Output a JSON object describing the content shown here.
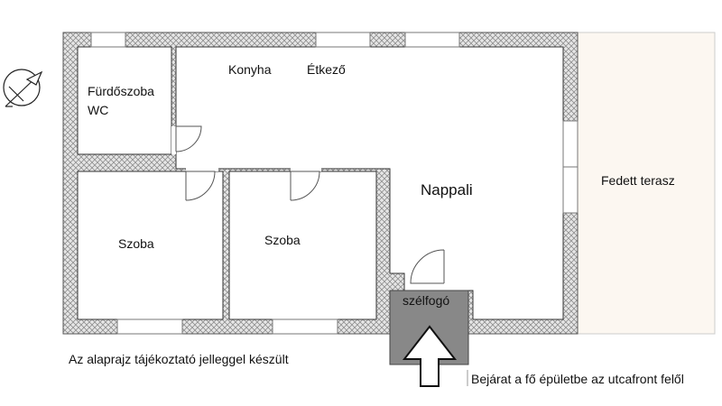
{
  "plan": {
    "rooms": {
      "bathroom": "Fürdőszoba",
      "wc": "WC",
      "kitchen": "Konyha",
      "dining": "Étkező",
      "living": "Nappali",
      "bedroom_left": "Szoba",
      "bedroom_right": "Szoba",
      "vestibule": "szélfogó",
      "terrace": "Fedett terasz"
    },
    "notes": {
      "disclaimer": "Az alaprajz tájékoztató jelleggel készült",
      "entrance": "Bejárat a fő épületbe az utcafront felől"
    },
    "colors": {
      "wall_hatch": "#bbbbbb",
      "terrace_fill": "#fcf7f1",
      "vestibule_fill": "#888888"
    },
    "icons": [
      "compass-icon",
      "entrance-arrow-icon"
    ]
  }
}
